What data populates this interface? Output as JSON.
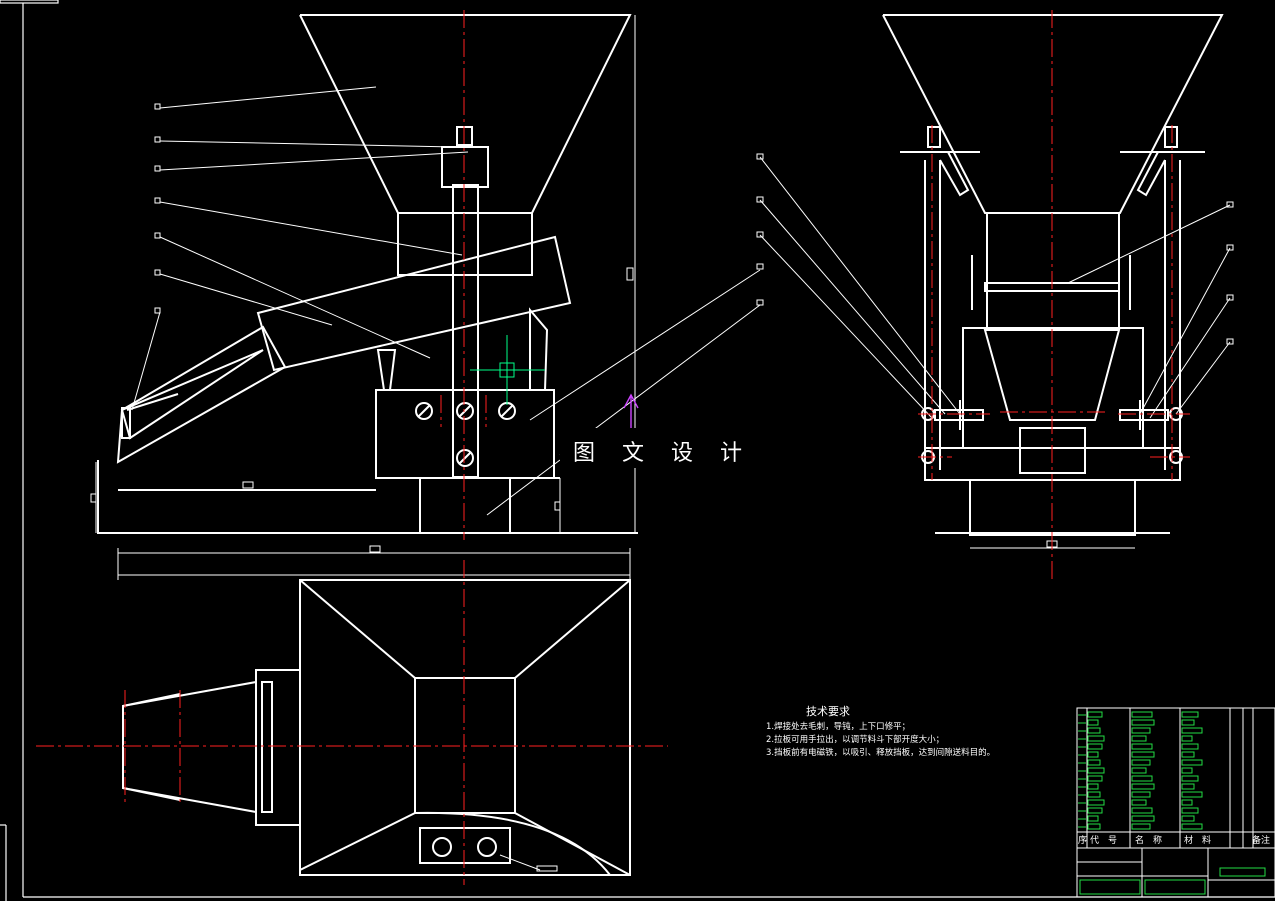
{
  "watermark": "图 文 设 计",
  "technical_requirements": {
    "title": "技术要求",
    "items": [
      "1.焊接处去毛刺，导钝，上下口修平；",
      "2.拉板可用手拉出，以调节料斗下部开度大小；",
      "3.挡板前有电磁铁，以吸引、释放挡板，达到间隙送料目的。"
    ]
  },
  "parts_list_header": [
    "序",
    "代　号",
    "名　称",
    "材　料",
    "备注"
  ],
  "colors": {
    "background": "#000000",
    "outline": "#ffffff",
    "centerline": "#ff2020",
    "table": "#22dd44",
    "marker": "#cc44ff",
    "cursor": "#00ff88"
  }
}
